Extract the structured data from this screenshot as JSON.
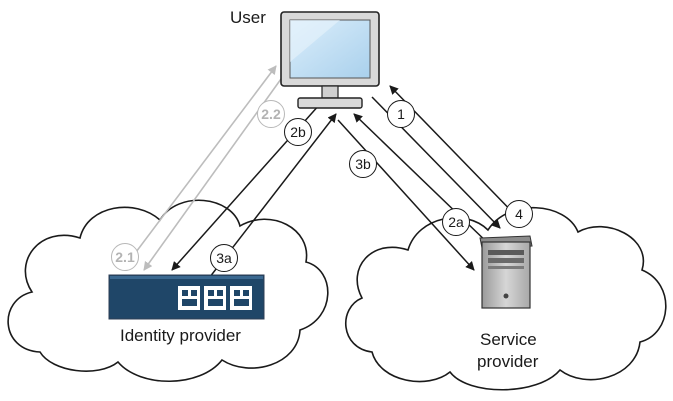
{
  "labels": {
    "user": "User",
    "identity_provider": "Identity provider",
    "service_provider_line1": "Service",
    "service_provider_line2": "provider"
  },
  "steps": {
    "s1": "1",
    "s2a": "2a",
    "s2b": "2b",
    "s21": "2.1",
    "s22": "2.2",
    "s3a": "3a",
    "s3b": "3b",
    "s4": "4"
  },
  "colors": {
    "outline": "#1a1a1a",
    "gray_step": "#b8b8b8",
    "monitor_screen": "#c9e3f5",
    "appliance": "#1f4668",
    "server_body": "#c2c2c2"
  }
}
